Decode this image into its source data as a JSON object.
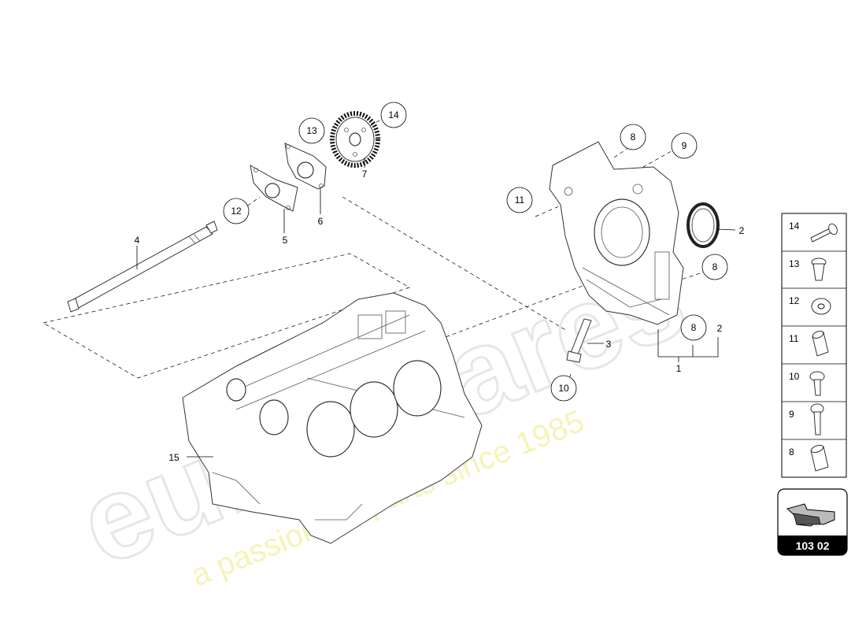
{
  "watermark": {
    "brand": "eurospares",
    "tagline": "a passion for parts since 1985"
  },
  "callouts": {
    "c1": "1",
    "c2": "2",
    "c2b": "2",
    "c3": "3",
    "c4": "4",
    "c5": "5",
    "c6": "6",
    "c7": "7",
    "c8a": "8",
    "c8b": "8",
    "c8c": "8",
    "c9": "9",
    "c10": "10",
    "c11": "11",
    "c12": "12",
    "c13": "13",
    "c14": "14",
    "c15": "15"
  },
  "legend": {
    "items": [
      {
        "number": "14",
        "icon": "bolt-flanged-icon"
      },
      {
        "number": "13",
        "icon": "screw-torx-countersunk-icon"
      },
      {
        "number": "12",
        "icon": "washer-icon"
      },
      {
        "number": "11",
        "icon": "sleeve-icon"
      },
      {
        "number": "10",
        "icon": "screw-torx-pan-icon"
      },
      {
        "number": "9",
        "icon": "bolt-torx-long-icon"
      },
      {
        "number": "8",
        "icon": "dowel-sleeve-icon"
      }
    ]
  },
  "page_badge": {
    "code": "103 02",
    "icon": "view-direction-arrow-icon"
  }
}
